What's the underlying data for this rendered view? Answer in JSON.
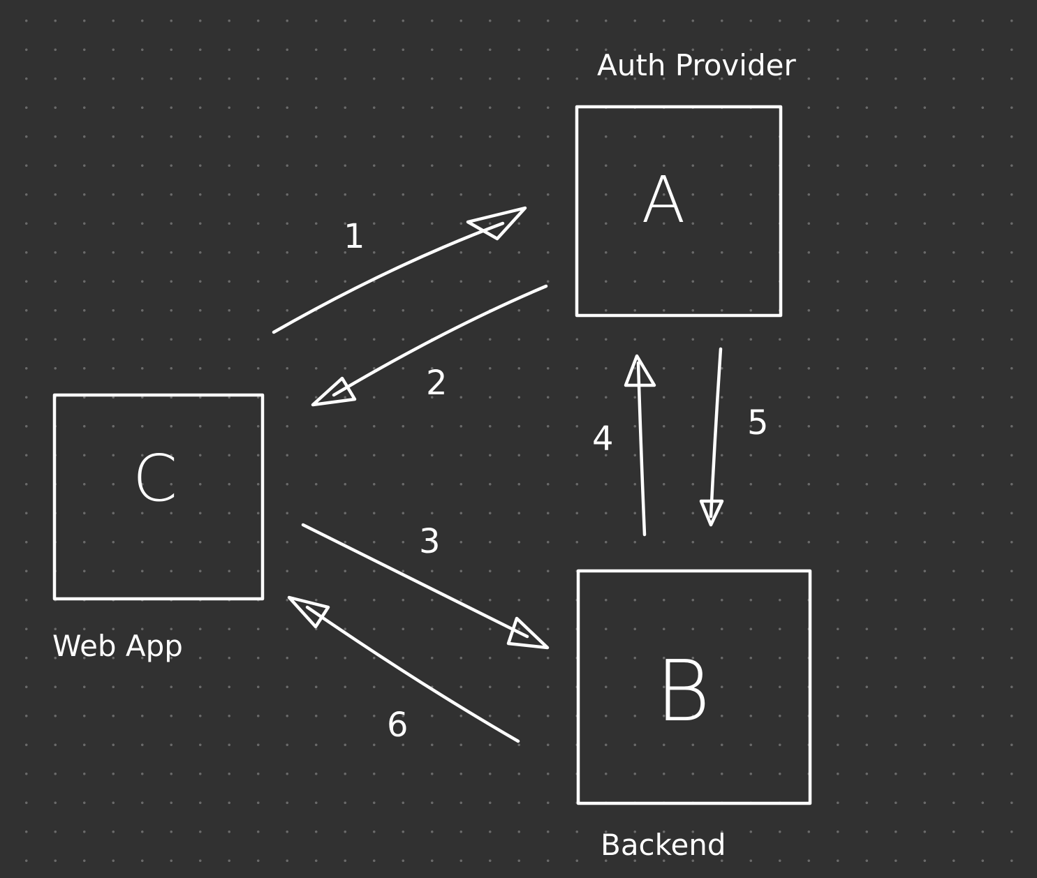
{
  "nodes": {
    "auth": {
      "letter": "A",
      "caption": "Auth Provider"
    },
    "webapp": {
      "letter": "C",
      "caption": "Web App"
    },
    "backend": {
      "letter": "B",
      "caption": "Backend"
    }
  },
  "edges": [
    {
      "label": "1",
      "from": "C",
      "to": "A"
    },
    {
      "label": "2",
      "from": "A",
      "to": "C"
    },
    {
      "label": "3",
      "from": "C",
      "to": "B"
    },
    {
      "label": "4",
      "from": "B",
      "to": "A"
    },
    {
      "label": "5",
      "from": "A",
      "to": "B"
    },
    {
      "label": "6",
      "from": "B",
      "to": "C"
    }
  ]
}
